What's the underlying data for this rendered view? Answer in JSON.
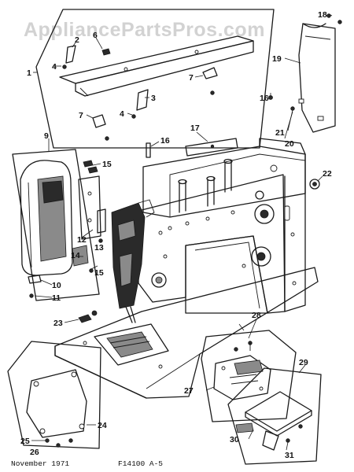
{
  "watermark": "AppliancePartsPros.com",
  "callouts": [
    "1",
    "2",
    "3",
    "4",
    "4",
    "6",
    "7",
    "7",
    "9",
    "10",
    "11",
    "12",
    "13",
    "14",
    "15",
    "15",
    "16",
    "16",
    "17",
    "18",
    "19",
    "20",
    "21",
    "22",
    "23",
    "24",
    "25",
    "26",
    "27",
    "28",
    "29",
    "30",
    "31"
  ],
  "footer": {
    "date": "November 1971",
    "code": "F14100 A-5"
  }
}
